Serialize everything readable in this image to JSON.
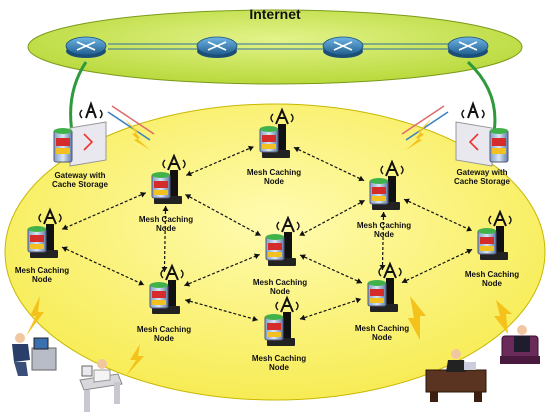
{
  "diagram": {
    "title": "Internet",
    "node_label_line1": "Mesh Caching",
    "node_label_line2": "Node",
    "gateway_label_line1": "Gateway with",
    "gateway_label_line2": "Cache Storage",
    "colors": {
      "internet_cloud": "#c6e14a",
      "mesh_region": "#fbf36c",
      "router": "#2f7fb5",
      "gateway_link": "#2e9a3c",
      "wireless_link": "#111111",
      "lightning": "#f4c21a"
    },
    "icons": [
      "router-icon",
      "gateway-icon",
      "antenna-icon",
      "cache-icon",
      "user-icon",
      "lightning-icon"
    ]
  }
}
